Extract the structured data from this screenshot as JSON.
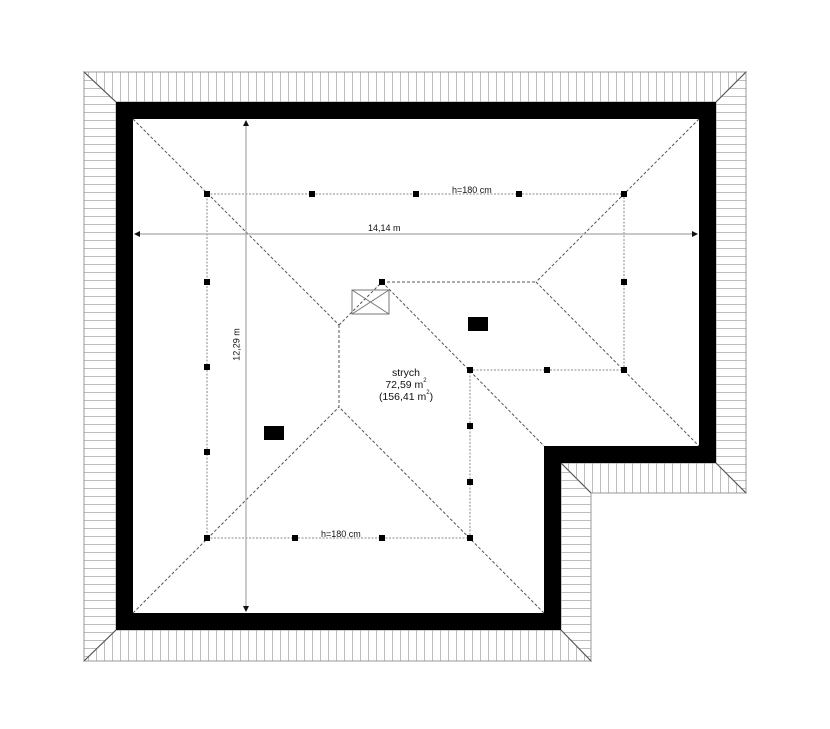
{
  "plan": {
    "type": "attic floor plan",
    "room": {
      "name": "strych",
      "area": "72,59 m",
      "area_unit_sup": "2",
      "area_total_open": "(156,41 m",
      "area_total_sup": "2",
      "area_total_close": ")"
    },
    "dimensions": {
      "width": "14,14 m",
      "depth": "12,29 m"
    },
    "height_lines": {
      "top": "h=180 cm",
      "bottom": "h=180 cm"
    },
    "colors": {
      "wall": "#000000",
      "eave_hatch": "#bdbdbd",
      "dimension_line": "#a8a8a8",
      "roof_ridge_dash": "#555555",
      "knee_wall_dot": "#8a8a8a",
      "background": "#ffffff"
    }
  }
}
